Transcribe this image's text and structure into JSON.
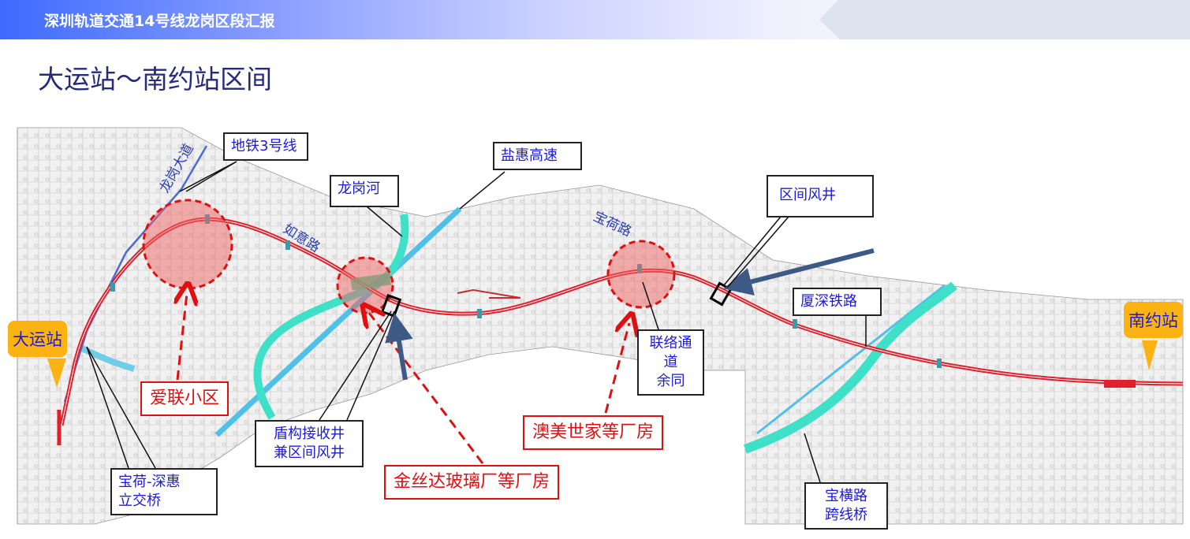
{
  "header": {
    "title": "深圳轨道交通14号线龙岗区段汇报"
  },
  "page_title": "大运站～南约站区间",
  "map": {
    "stations": [
      {
        "label": "大运站"
      },
      {
        "label": "南约站"
      }
    ],
    "roads": [
      {
        "label": "龙岗大道"
      },
      {
        "label": "如意路"
      },
      {
        "label": "宝荷路"
      }
    ],
    "callouts": [
      {
        "label": "地铁3号线"
      },
      {
        "label": "盐惠高速"
      },
      {
        "label": "龙岗河"
      },
      {
        "label": "区间风井"
      },
      {
        "label": "厦深铁路"
      },
      {
        "label": "联络通道",
        "label2": "余同"
      },
      {
        "label": "盾构接收井",
        "label2": "兼区间风井"
      },
      {
        "label": "宝荷-深惠",
        "label2": "立交桥"
      },
      {
        "label": "宝横路",
        "label2": "跨线桥"
      }
    ],
    "risk_labels": [
      {
        "label": "爱联小区"
      },
      {
        "label": "澳美世家等厂房"
      },
      {
        "label": "金丝达玻璃厂等厂房"
      }
    ],
    "colors": {
      "route": "#e0202a",
      "river": "#3fe0c8",
      "highway": "#4fc0e8",
      "risk": "#e01010",
      "station": "#fbb313"
    }
  }
}
